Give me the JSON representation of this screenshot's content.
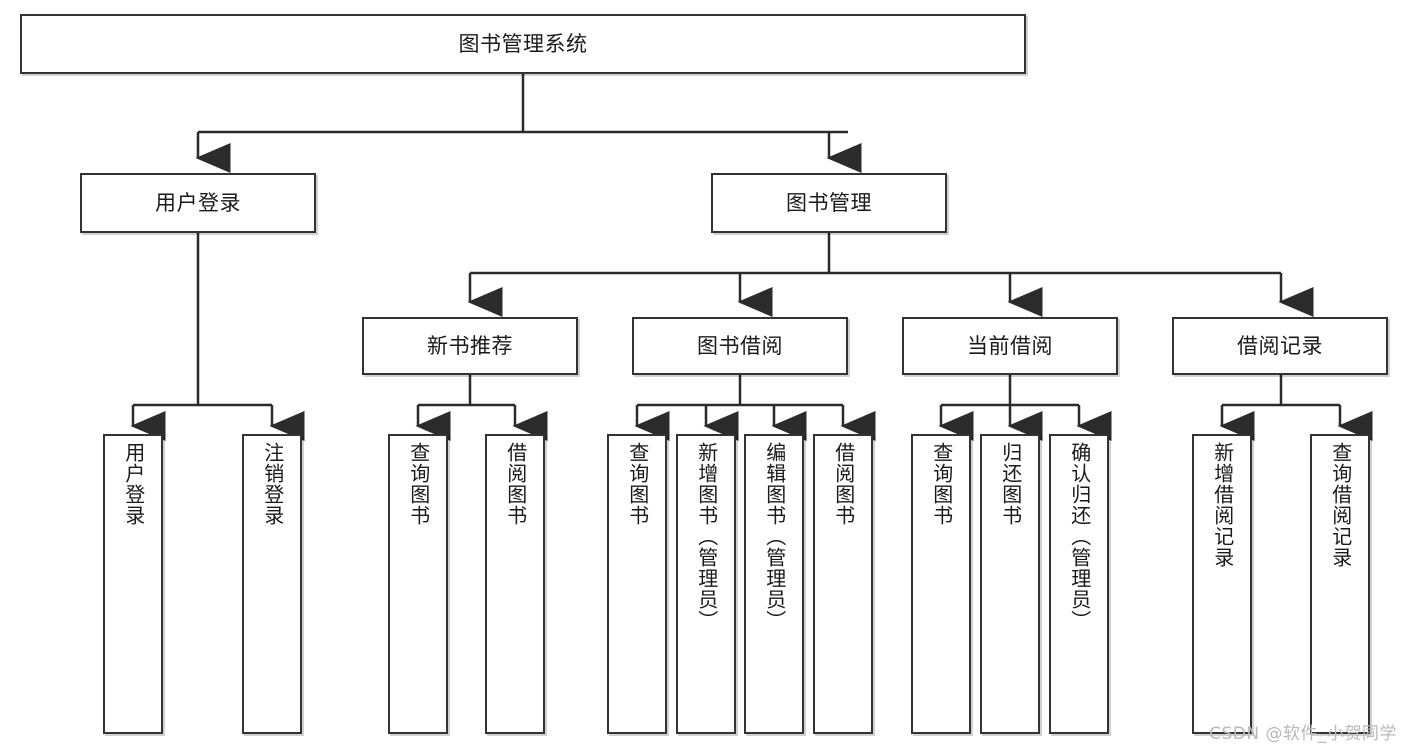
{
  "diagram": {
    "title": "图书管理系统",
    "type": "tree-hierarchy",
    "accent_color": "#333333",
    "background_color": "#ffffff",
    "watermark": "CSDN @软件_小贺同学",
    "nodes": {
      "root": {
        "label": "图书管理系统"
      },
      "level2": [
        {
          "label": "用户登录"
        },
        {
          "label": "图书管理"
        }
      ],
      "level3": [
        {
          "label": "新书推荐"
        },
        {
          "label": "图书借阅"
        },
        {
          "label": "当前借阅"
        },
        {
          "label": "借阅记录"
        }
      ],
      "leaves_user_login": [
        {
          "label": "用户登录"
        },
        {
          "label": "注销登录"
        }
      ],
      "leaves_new_book": [
        {
          "label": "查询图书"
        },
        {
          "label": "借阅图书"
        }
      ],
      "leaves_borrow": [
        {
          "label": "查询图书"
        },
        {
          "label": "新增图书（管理员）"
        },
        {
          "label": "编辑图书（管理员）"
        },
        {
          "label": "借阅图书"
        }
      ],
      "leaves_current": [
        {
          "label": "查询图书"
        },
        {
          "label": "归还图书"
        },
        {
          "label": "确认归还（管理员）"
        }
      ],
      "leaves_records": [
        {
          "label": "新增借阅记录"
        },
        {
          "label": "查询借阅记录"
        }
      ]
    }
  }
}
